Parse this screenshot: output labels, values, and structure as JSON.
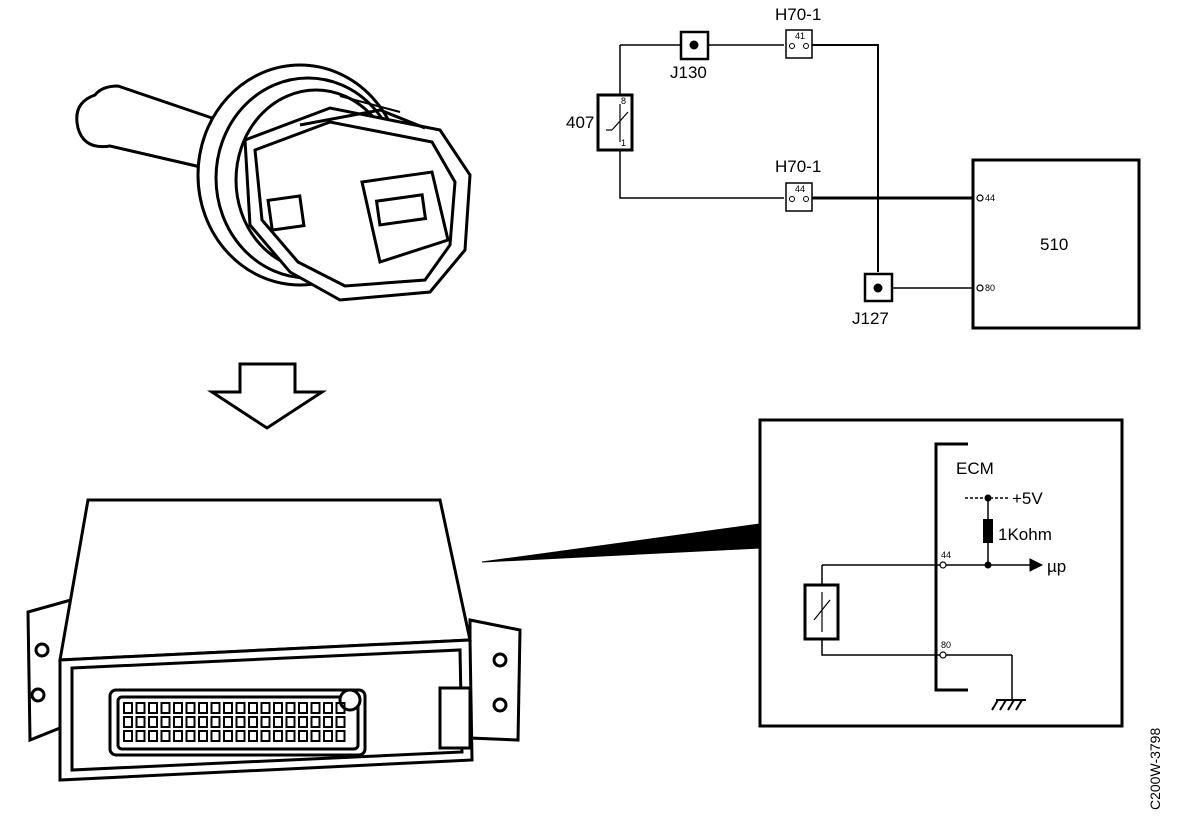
{
  "schematic": {
    "connector_top_label": "H70-1",
    "connector_top_pin": "41",
    "connector_mid_label": "H70-1",
    "connector_mid_pin": "44",
    "junction_top": "J130",
    "junction_bottom": "J127",
    "sensor_label": "407",
    "sensor_pin_top": "8",
    "sensor_pin_bottom": "1",
    "ecm_box_label": "510",
    "ecm_pin_signal": "44",
    "ecm_pin_ground": "80"
  },
  "detail": {
    "ecm_label": "ECM",
    "supply_label": "+5V",
    "resistor_label": "1Kohm",
    "output_label": "µp",
    "pin_signal": "44",
    "pin_ground": "80"
  },
  "figure_code": "C200W-3798",
  "colors": {
    "ink": "#000000",
    "paper": "#ffffff"
  }
}
